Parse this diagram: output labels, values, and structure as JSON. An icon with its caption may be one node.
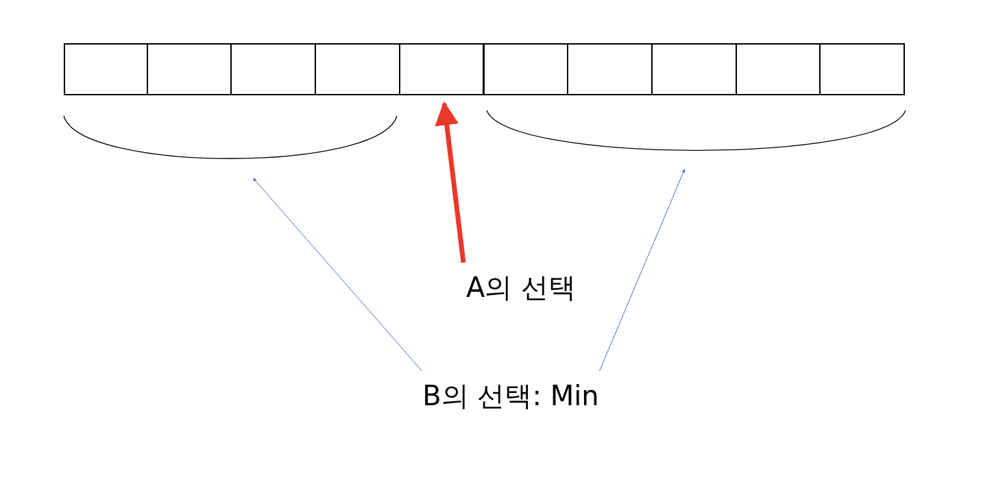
{
  "diagram": {
    "nodes": [
      {
        "text": [],
        "shape": "box"
      },
      {
        "text": [],
        "shape": "box"
      },
      {
        "text": [],
        "shape": "box"
      },
      {
        "text": [],
        "shape": "box"
      },
      {
        "text": [],
        "shape": "box"
      },
      {
        "text": [],
        "shape": "box"
      },
      {
        "text": [],
        "shape": "box"
      },
      {
        "text": [],
        "shape": "box"
      },
      {
        "text": [],
        "shape": "box"
      },
      {
        "text": [],
        "shape": "box"
      },
      {
        "text": [],
        "shape": "arc"
      },
      {
        "text": [],
        "shape": "arc"
      },
      {
        "text": [
          "A의 선택"
        ]
      },
      {
        "text": [
          "B의 선택: Min"
        ]
      }
    ],
    "edges": [
      {
        "from": 12,
        "to": 4,
        "arrow": "to",
        "style": "thick",
        "color": "#e8392a"
      },
      {
        "from": 13,
        "to": 10,
        "arrow": "to"
      },
      {
        "from": 13,
        "to": 11,
        "arrow": "to"
      }
    ]
  }
}
